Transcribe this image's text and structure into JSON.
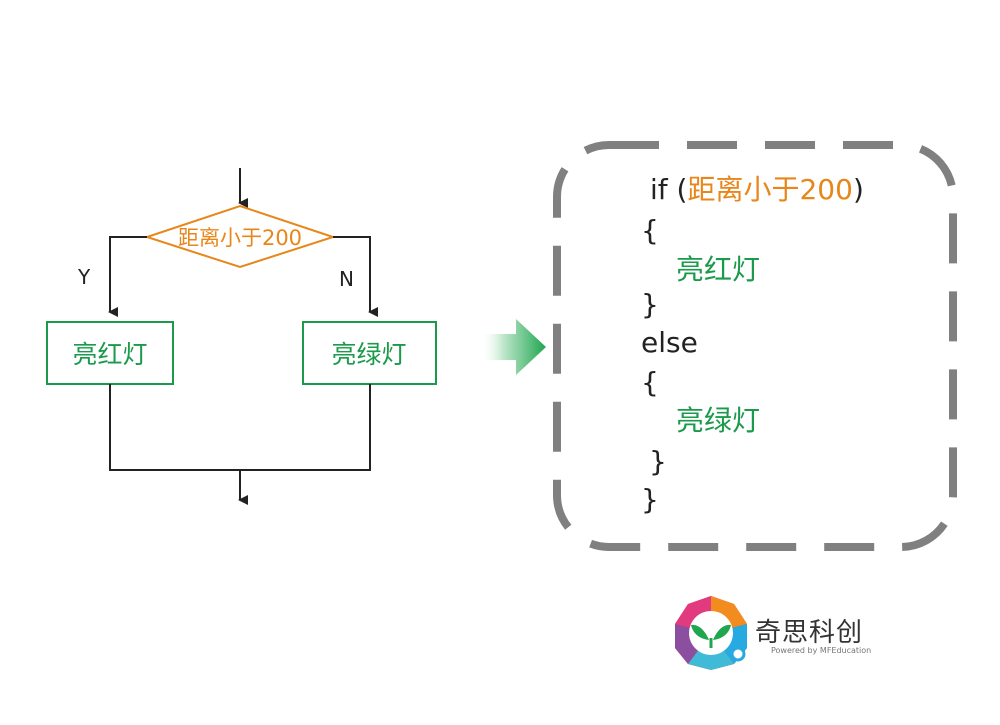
{
  "flowchart": {
    "decision": "距离小于200",
    "yes_label": "Y",
    "no_label": "N",
    "yes_action": "亮红灯",
    "no_action": "亮绿灯"
  },
  "code": {
    "if_keyword": "if",
    "open_paren": "(",
    "condition": "距离小于200",
    "close_paren": ")",
    "open_brace_1": "{",
    "if_action": "亮红灯",
    "close_brace_1": "}",
    "else_keyword": "else",
    "open_brace_2": "{",
    "else_action": "亮绿灯",
    "close_brace_2": "}",
    "close_brace_3": "}"
  },
  "brand": {
    "name": "奇思科创",
    "tagline": "Powered by MFEducation"
  },
  "colors": {
    "line": "#222222",
    "decision": "#e8861a",
    "action": "#1a9a4a",
    "dash_border": "#808080",
    "arrow_start": "#ffffff",
    "arrow_end": "#1fa64f"
  }
}
